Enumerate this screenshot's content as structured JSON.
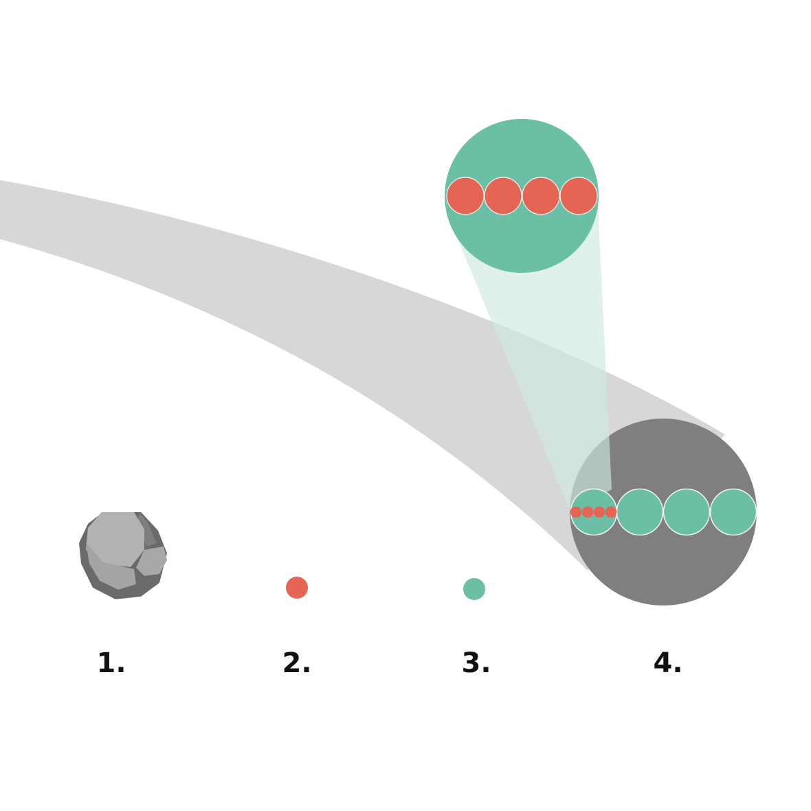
{
  "colors": {
    "red": "#e46553",
    "green": "#6bbfa5",
    "dark_gray": "#7f7f7f",
    "band_gray": "#d7d7d7",
    "beam_green": "#d3ebe1"
  },
  "labels": [
    "1.",
    "2.",
    "3.",
    "4."
  ]
}
